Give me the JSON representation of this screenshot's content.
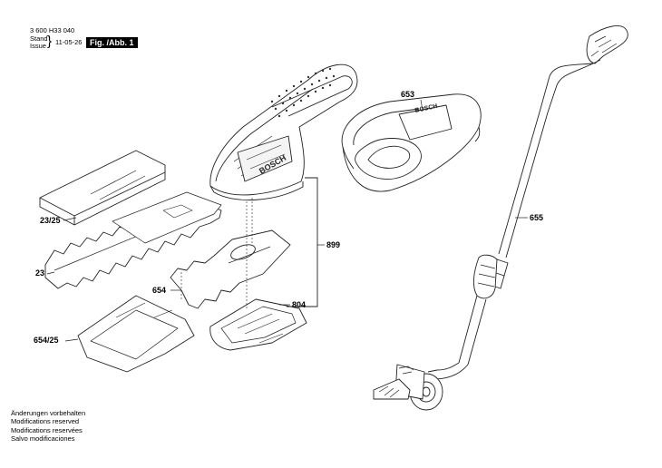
{
  "header": {
    "part_number": "3 600 H33 040",
    "stand_label": "Stand",
    "issue_label": "Issue",
    "date": "11-05-26",
    "figure_label": "Fig. /Abb. 1"
  },
  "callouts": {
    "c653": "653",
    "c655": "655",
    "c899": "899",
    "c804": "804",
    "c654": "654",
    "c23_25": "23/25",
    "c23": "23",
    "c654_25": "654/25"
  },
  "brand_text": "BOSCH",
  "notes": [
    "Änderungen vorbehalten",
    "Modifications reserved",
    "Modifications reservées",
    "Salvo modificaciones"
  ]
}
